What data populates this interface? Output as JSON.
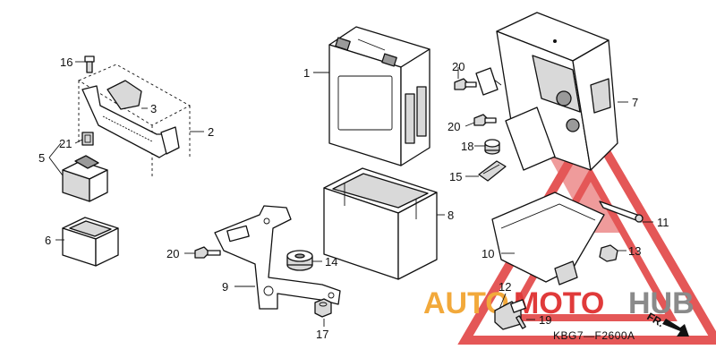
{
  "diagram_code": "KBG7—F2600A",
  "front_marker": "FR.",
  "watermark": {
    "word_1": "AUTO",
    "word_2": "MOTO",
    "word_3": "HUB",
    "color_orange": "#f2a93b",
    "color_red": "#e03a3a",
    "color_gray": "#8a8a8a"
  },
  "callouts": [
    "1",
    "2",
    "3",
    "5",
    "6",
    "7",
    "8",
    "9",
    "10",
    "11",
    "12",
    "13",
    "14",
    "15",
    "16",
    "17",
    "18",
    "19",
    "20",
    "20",
    "20",
    "21"
  ]
}
